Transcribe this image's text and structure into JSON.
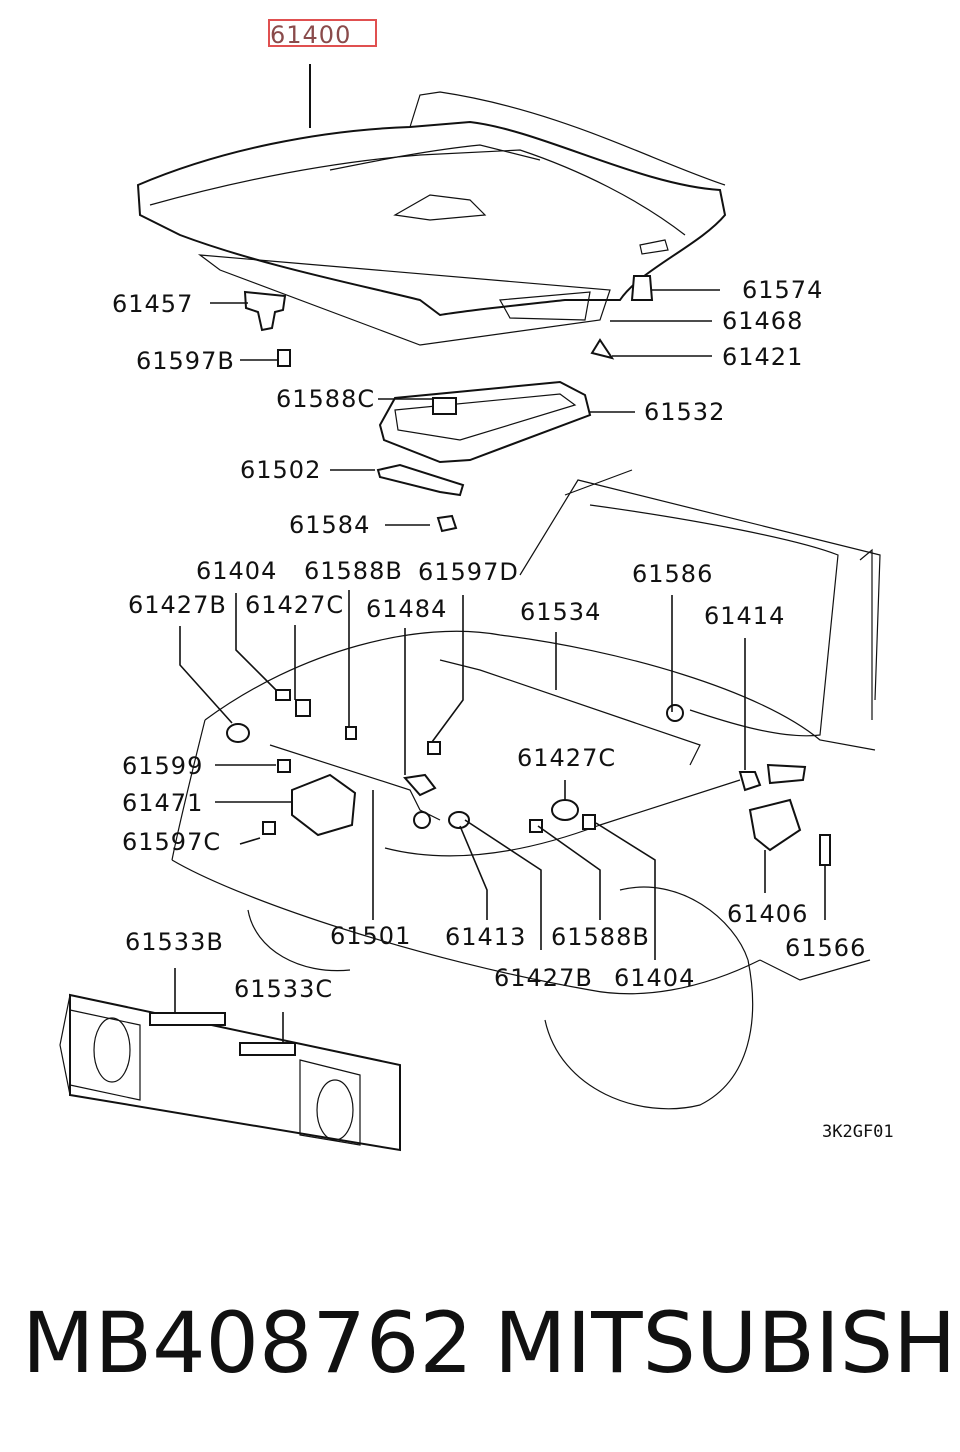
{
  "highlight_color": "#e05050",
  "highlighted_part": "61400",
  "callouts": [
    {
      "id": "61400",
      "text": "61400"
    },
    {
      "id": "61574",
      "text": "61574"
    },
    {
      "id": "61457",
      "text": "61457"
    },
    {
      "id": "61468",
      "text": "61468"
    },
    {
      "id": "61597B",
      "text": "61597B"
    },
    {
      "id": "61421",
      "text": "61421"
    },
    {
      "id": "61588C",
      "text": "61588C"
    },
    {
      "id": "61532",
      "text": "61532"
    },
    {
      "id": "61502",
      "text": "61502"
    },
    {
      "id": "61584",
      "text": "61584"
    },
    {
      "id": "61404a",
      "text": "61404"
    },
    {
      "id": "61588B",
      "text": "61588B"
    },
    {
      "id": "61597D",
      "text": "61597D"
    },
    {
      "id": "61586",
      "text": "61586"
    },
    {
      "id": "61427Ba",
      "text": "61427B"
    },
    {
      "id": "61427Ca",
      "text": "61427C"
    },
    {
      "id": "61484",
      "text": "61484"
    },
    {
      "id": "61534",
      "text": "61534"
    },
    {
      "id": "61414",
      "text": "61414"
    },
    {
      "id": "61599",
      "text": "61599"
    },
    {
      "id": "61427Cb",
      "text": "61427C"
    },
    {
      "id": "61471",
      "text": "61471"
    },
    {
      "id": "61597C",
      "text": "61597C"
    },
    {
      "id": "61406",
      "text": "61406"
    },
    {
      "id": "61533B",
      "text": "61533B"
    },
    {
      "id": "61501",
      "text": "61501"
    },
    {
      "id": "61413",
      "text": "61413"
    },
    {
      "id": "61588Bb",
      "text": "61588B"
    },
    {
      "id": "61566",
      "text": "61566"
    },
    {
      "id": "61427Bb",
      "text": "61427B"
    },
    {
      "id": "61404b",
      "text": "61404"
    },
    {
      "id": "61533C",
      "text": "61533C"
    }
  ],
  "figure_code": "3K2GF01",
  "footer": {
    "part_number": "MB408762",
    "brand": "MITSUBISHI"
  }
}
